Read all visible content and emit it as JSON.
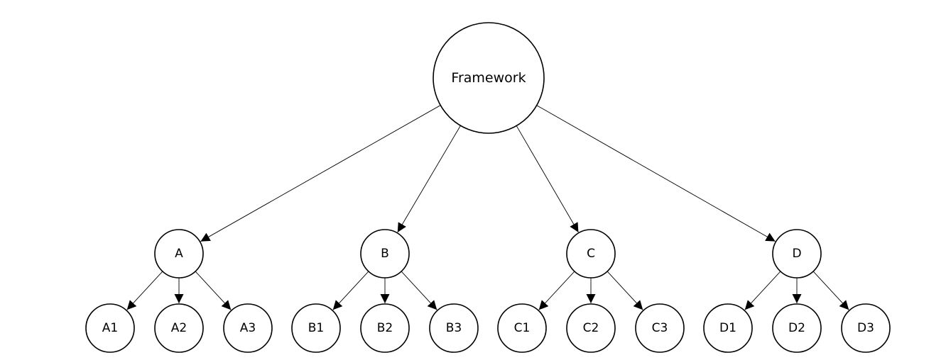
{
  "diagram": {
    "root": {
      "id": "framework",
      "label": "Framework"
    },
    "children": [
      {
        "id": "a",
        "label": "A",
        "children": [
          {
            "id": "a1",
            "label": "A1"
          },
          {
            "id": "a2",
            "label": "A2"
          },
          {
            "id": "a3",
            "label": "A3"
          }
        ]
      },
      {
        "id": "b",
        "label": "B",
        "children": [
          {
            "id": "b1",
            "label": "B1"
          },
          {
            "id": "b2",
            "label": "B2"
          },
          {
            "id": "b3",
            "label": "B3"
          }
        ]
      },
      {
        "id": "c",
        "label": "C",
        "children": [
          {
            "id": "c1",
            "label": "C1"
          },
          {
            "id": "c2",
            "label": "C2"
          },
          {
            "id": "c3",
            "label": "C3"
          }
        ]
      },
      {
        "id": "d",
        "label": "D",
        "children": [
          {
            "id": "d1",
            "label": "D1"
          },
          {
            "id": "d2",
            "label": "D2"
          },
          {
            "id": "d3",
            "label": "D3"
          }
        ]
      }
    ],
    "edges": [
      [
        "framework",
        "a"
      ],
      [
        "framework",
        "b"
      ],
      [
        "framework",
        "c"
      ],
      [
        "framework",
        "d"
      ],
      [
        "a",
        "a1"
      ],
      [
        "a",
        "a2"
      ],
      [
        "a",
        "a3"
      ],
      [
        "b",
        "b1"
      ],
      [
        "b",
        "b2"
      ],
      [
        "b",
        "b3"
      ],
      [
        "c",
        "c1"
      ],
      [
        "c",
        "c2"
      ],
      [
        "c",
        "c3"
      ],
      [
        "d",
        "d1"
      ],
      [
        "d",
        "d2"
      ],
      [
        "d",
        "d3"
      ]
    ]
  }
}
